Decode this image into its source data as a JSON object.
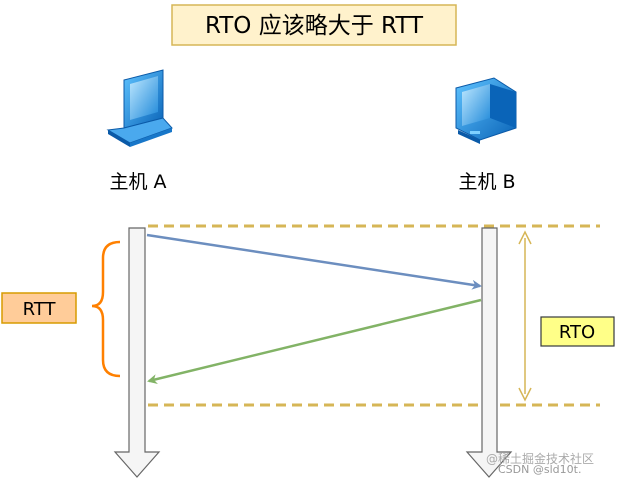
{
  "title": "RTO 应该略大于 RTT",
  "host_a": {
    "label": "主机 A",
    "icon": "laptop-computer-icon"
  },
  "host_b": {
    "label": "主机 B",
    "icon": "desktop-computer-icon"
  },
  "rtt_label": "RTT",
  "rto_label": "RTO",
  "watermark": "@稀土掘金技术社区",
  "watermark2": "CSDN @sld10t.",
  "colors": {
    "title_bg": "#fff2cc",
    "title_border": "#d6b656",
    "rtt_bg": "#ffcc99",
    "rtt_border": "#d79b00",
    "rto_bg": "#ffff88",
    "rto_border": "#36393d",
    "dashed": "#d6b656",
    "send_arrow": "#6c8ebf",
    "return_arrow": "#82b366",
    "brace": "#ff8000",
    "rto_span": "#d6b656",
    "timeline": "#666666"
  }
}
